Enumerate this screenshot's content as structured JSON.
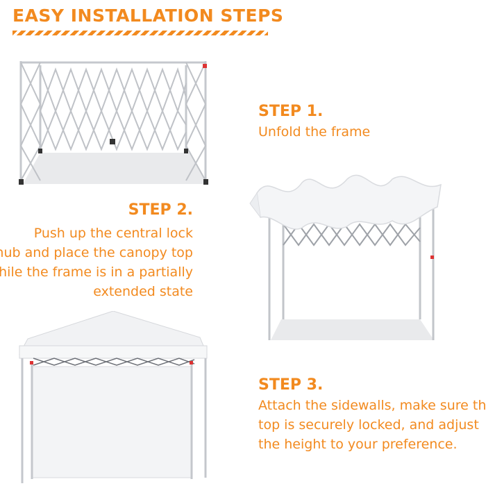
{
  "header": {
    "title": "EASY INSTALLATION STEPS"
  },
  "steps": [
    {
      "heading": "STEP 1.",
      "text": "Unfold the frame"
    },
    {
      "heading": "STEP 2.",
      "lines": [
        "Push up the central lock",
        "hub and place the canopy top",
        "while the frame is in a partially",
        "extended state"
      ]
    },
    {
      "heading": "STEP 3.",
      "lines": [
        "Attach the sidewalls, make sure the",
        "top is securely locked, and adjust",
        "the height to your preference."
      ]
    }
  ],
  "colors": {
    "accent": "#f28a1f",
    "frame": "#b8bcc2",
    "canopy": "#f2f3f5",
    "shadow": "#e6e7e9"
  },
  "images": [
    {
      "name": "unfolded-frame-image"
    },
    {
      "name": "canopy-on-frame-image"
    },
    {
      "name": "completed-canopy-image"
    }
  ]
}
